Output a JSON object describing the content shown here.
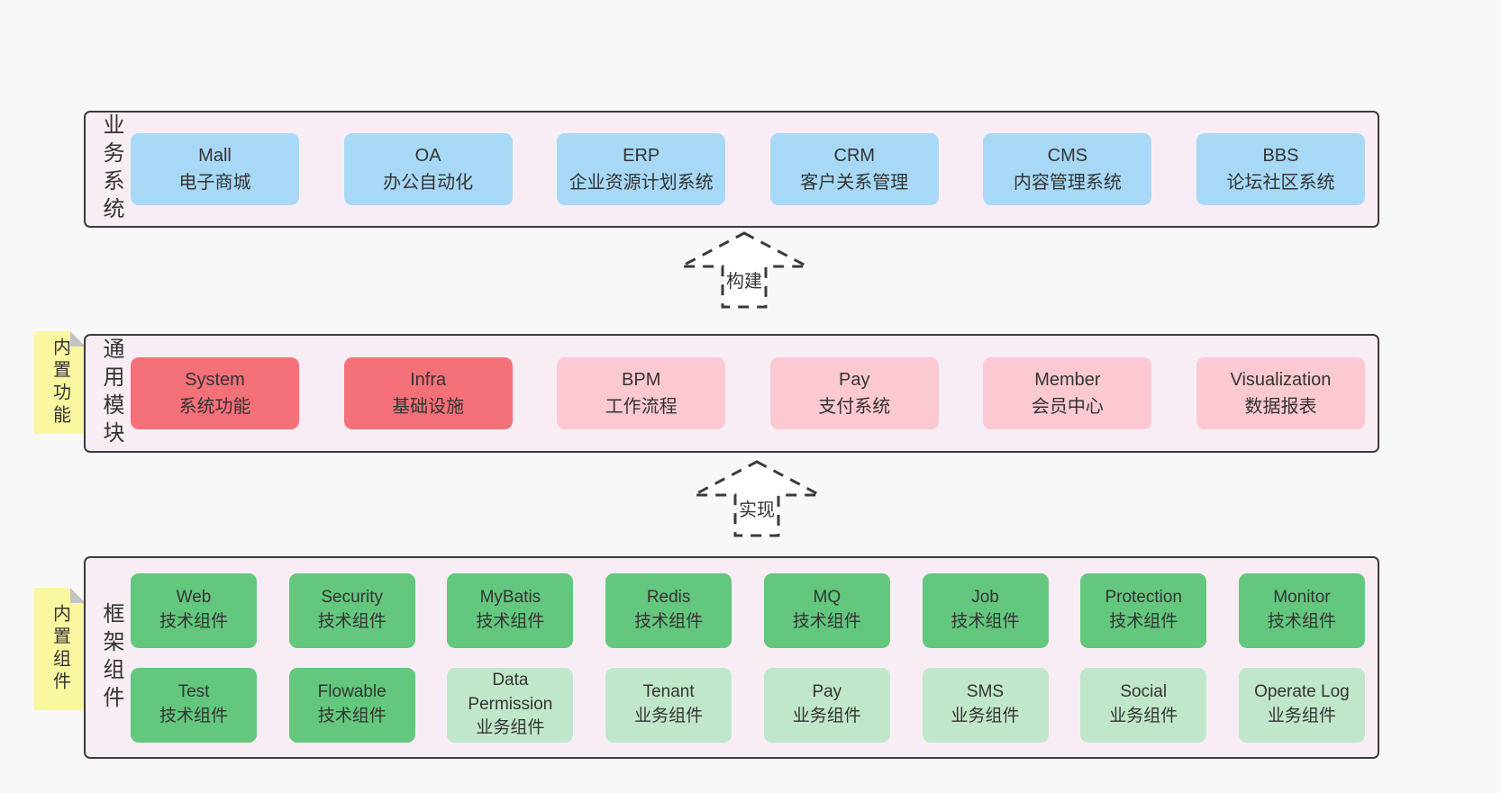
{
  "colors": {
    "page_bg": "#f8f8f8",
    "panel_bg": "#f8edf5",
    "panel_border": "#3b3b3b",
    "blue": "#a7d9f6",
    "red": "#f4717a",
    "pink": "#fcc9d2",
    "green_dark": "#63c77d",
    "green_light": "#c1e7ca",
    "sticky_yellow": "#faf7a1",
    "fold_gray": "#c3c3c3",
    "text": "#333333"
  },
  "arrows": [
    {
      "label": "构建"
    },
    {
      "label": "实现"
    }
  ],
  "sections": [
    {
      "label": "业务系统",
      "sticky": null,
      "rows": [
        [
          {
            "name": "Mall",
            "desc": "电子商城",
            "variant": "blue"
          },
          {
            "name": "OA",
            "desc": "办公自动化",
            "variant": "blue"
          },
          {
            "name": "ERP",
            "desc": "企业资源计划系统",
            "variant": "blue"
          },
          {
            "name": "CRM",
            "desc": "客户关系管理",
            "variant": "blue"
          },
          {
            "name": "CMS",
            "desc": "内容管理系统",
            "variant": "blue"
          },
          {
            "name": "BBS",
            "desc": "论坛社区系统",
            "variant": "blue"
          }
        ]
      ]
    },
    {
      "label": "通用模块",
      "sticky": "内置功能",
      "rows": [
        [
          {
            "name": "System",
            "desc": "系统功能",
            "variant": "red"
          },
          {
            "name": "Infra",
            "desc": "基础设施",
            "variant": "red"
          },
          {
            "name": "BPM",
            "desc": "工作流程",
            "variant": "pink"
          },
          {
            "name": "Pay",
            "desc": "支付系统",
            "variant": "pink"
          },
          {
            "name": "Member",
            "desc": "会员中心",
            "variant": "pink"
          },
          {
            "name": "Visualization",
            "desc": "数据报表",
            "variant": "pink"
          }
        ]
      ]
    },
    {
      "label": "框架组件",
      "sticky": "内置组件",
      "rows": [
        [
          {
            "name": "Web",
            "desc": "技术组件",
            "variant": "green-dark"
          },
          {
            "name": "Security",
            "desc": "技术组件",
            "variant": "green-dark"
          },
          {
            "name": "MyBatis",
            "desc": "技术组件",
            "variant": "green-dark"
          },
          {
            "name": "Redis",
            "desc": "技术组件",
            "variant": "green-dark"
          },
          {
            "name": "MQ",
            "desc": "技术组件",
            "variant": "green-dark"
          },
          {
            "name": "Job",
            "desc": "技术组件",
            "variant": "green-dark"
          },
          {
            "name": "Protection",
            "desc": "技术组件",
            "variant": "green-dark"
          },
          {
            "name": "Monitor",
            "desc": "技术组件",
            "variant": "green-dark"
          }
        ],
        [
          {
            "name": "Test",
            "desc": "技术组件",
            "variant": "green-dark"
          },
          {
            "name": "Flowable",
            "desc": "技术组件",
            "variant": "green-dark"
          },
          {
            "name": "Data Permission",
            "desc": "业务组件",
            "variant": "green-light"
          },
          {
            "name": "Tenant",
            "desc": "业务组件",
            "variant": "green-light"
          },
          {
            "name": "Pay",
            "desc": "业务组件",
            "variant": "green-light"
          },
          {
            "name": "SMS",
            "desc": "业务组件",
            "variant": "green-light"
          },
          {
            "name": "Social",
            "desc": "业务组件",
            "variant": "green-light"
          },
          {
            "name": "Operate Log",
            "desc": "业务组件",
            "variant": "green-light"
          }
        ]
      ]
    }
  ]
}
